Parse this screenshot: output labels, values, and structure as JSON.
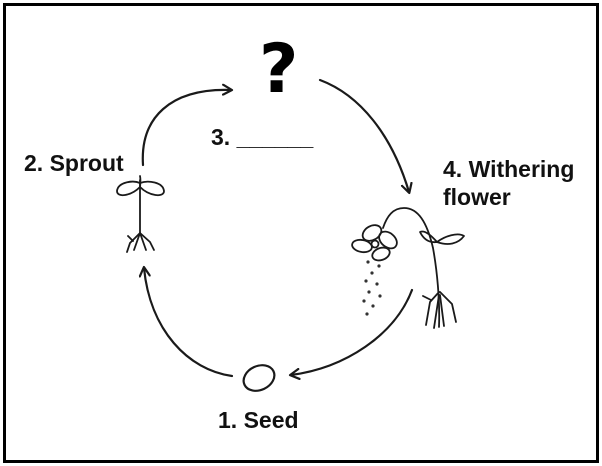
{
  "diagram": {
    "question_mark": "?",
    "stages": {
      "seed": "1. Seed",
      "sprout": "2. Sprout",
      "missing": "3. ______",
      "withering_line1": "4. Withering",
      "withering_line2": "flower"
    },
    "colors": {
      "ink": "#1a1a1a",
      "background": "#ffffff",
      "border": "#000000"
    }
  }
}
